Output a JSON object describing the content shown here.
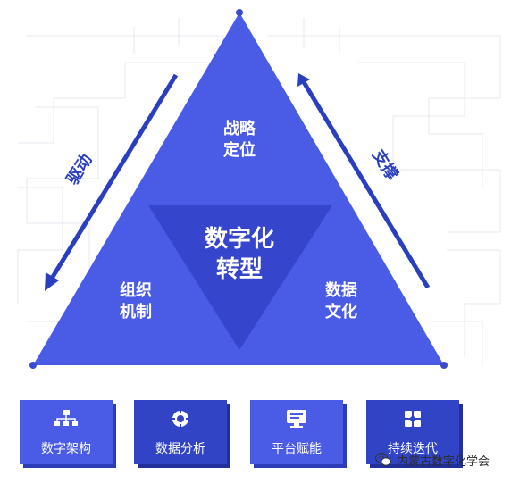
{
  "pyramid": {
    "top": "战略\n定位",
    "center": "数字化\n转型",
    "left": "组织\n机制",
    "right": "数据\n文化"
  },
  "sides": {
    "left": "驱动",
    "right": "支撑"
  },
  "cards": [
    {
      "label": "数字架构",
      "icon": "org-chart-icon"
    },
    {
      "label": "数据分析",
      "icon": "target-icon"
    },
    {
      "label": "平台赋能",
      "icon": "monitor-icon"
    },
    {
      "label": "持续迭代",
      "icon": "puzzle-icon"
    }
  ],
  "watermark": {
    "text": "内蒙古数字化学会",
    "icon": "wechat-icon"
  },
  "colors": {
    "triangle": "#4a5be6",
    "inner_triangle": "#3546cc",
    "arrow": "#2a3fbf",
    "card": "#4a5be6",
    "card_dark": "#3244c6",
    "grid_lines": "#e6e9f1"
  }
}
